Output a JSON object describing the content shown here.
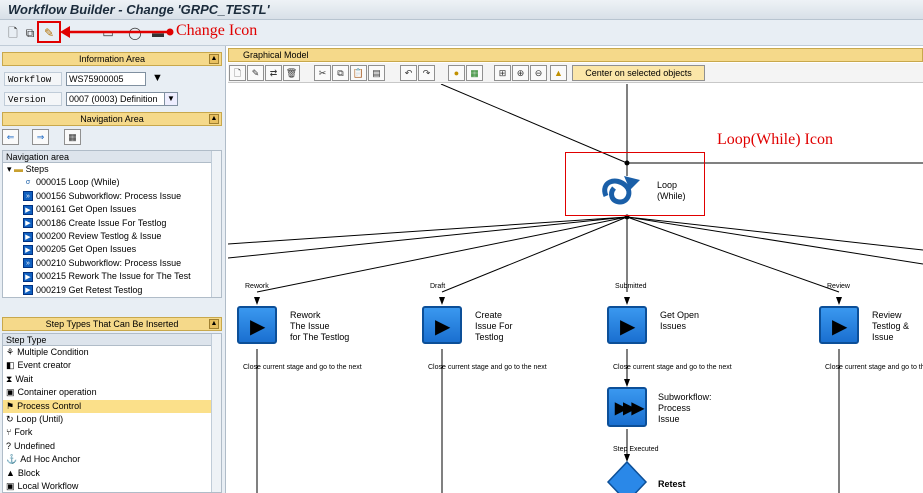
{
  "window": {
    "title": "Workflow Builder - Change 'GRPC_TESTL'"
  },
  "annotations": {
    "change_icon": "Change  Icon",
    "loop_icon": "Loop(While) Icon",
    "accent_color": "#e00000"
  },
  "info_area": {
    "header": "Information Area",
    "workflow_label": "Workflow",
    "workflow_value": "WS75900005",
    "version_label": "Version",
    "version_value": "0007 (0003) Definition"
  },
  "nav_area": {
    "header": "Navigation Area",
    "tree_header": "Navigation area",
    "root": "Steps",
    "items": [
      "000015 Loop (While)",
      "000156 Subworkflow: Process Issue",
      "000161 Get Open Issues",
      "000186 Create Issue For Testlog",
      "000200 Review Testlog & Issue",
      "000205 Get Open Issues",
      "000210 Subworkflow: Process Issue",
      "000215 Rework The Issue for The Test",
      "000219 Get Retest Testlog"
    ]
  },
  "step_types": {
    "header": "Step Types That Can Be Inserted",
    "column": "Step Type",
    "items": [
      "Multiple Condition",
      "Event creator",
      "Wait",
      "Container operation",
      "Process Control",
      "Loop (Until)",
      "Fork",
      "Undefined",
      "Ad Hoc Anchor",
      "Block",
      "Local Workflow"
    ],
    "selected": "Process Control"
  },
  "graph": {
    "header": "Graphical Model",
    "center_button": "Center on selected objects",
    "loop_node": {
      "line1": "Loop",
      "line2": "(While)"
    },
    "branches": [
      "Rework",
      "Draft",
      "Submitted",
      "Review"
    ],
    "nodes": [
      {
        "lines": [
          "Rework",
          "The Issue",
          "for The Testlog"
        ]
      },
      {
        "lines": [
          "Create",
          "Issue For",
          "Testlog"
        ]
      },
      {
        "lines": [
          "Get Open",
          "Issues"
        ]
      },
      {
        "lines": [
          "Review",
          "Testlog &",
          "Issue"
        ]
      }
    ],
    "outcome_text": "Close current stage and go to the next",
    "subworkflow_node": {
      "lines": [
        "Subworkflow:",
        "Process",
        "Issue"
      ]
    },
    "step_executed": "Step Executed",
    "retest_node": "Retest"
  }
}
